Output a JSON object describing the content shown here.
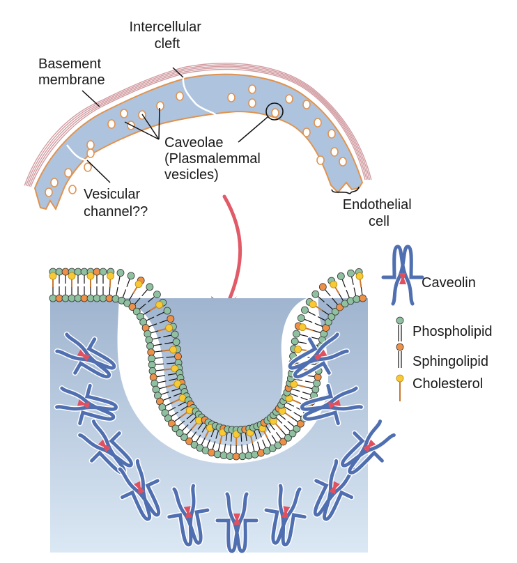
{
  "title": "Caveolae and caveolin structure in endothelial cell",
  "colors": {
    "cytoplasm": "#aec3de",
    "cell_outline": "#e0934f",
    "basement_membrane": "#c98a8f",
    "arrow": "#e05a68",
    "caveolin": "#4f6fb0",
    "caveolin_core": "#e0505e",
    "phospholipid_head": "#8fc0a0",
    "sphingolipid_head": "#ee9148",
    "cholesterol_head": "#f7c935",
    "cholesterol_tail": "#c8782f",
    "bg_gradient_top": "#9fb4cf",
    "bg_gradient_bottom": "#dbe8f4"
  },
  "labels": {
    "intercellular_cleft": [
      "Intercellular",
      "cleft"
    ],
    "basement_membrane": [
      "Basement",
      "membrane"
    ],
    "caveolae": [
      "Caveolae",
      "(Plasmalemmal",
      "vesicles)"
    ],
    "vesicular_channel": [
      "Vesicular",
      "channel??"
    ],
    "endothelial_cell": [
      "Endothelial",
      "cell"
    ]
  },
  "legend": {
    "caveolin": "Caveolin",
    "phospholipid": "Phospholipid",
    "sphingolipid": "Sphingolipid",
    "cholesterol": "Cholesterol"
  }
}
